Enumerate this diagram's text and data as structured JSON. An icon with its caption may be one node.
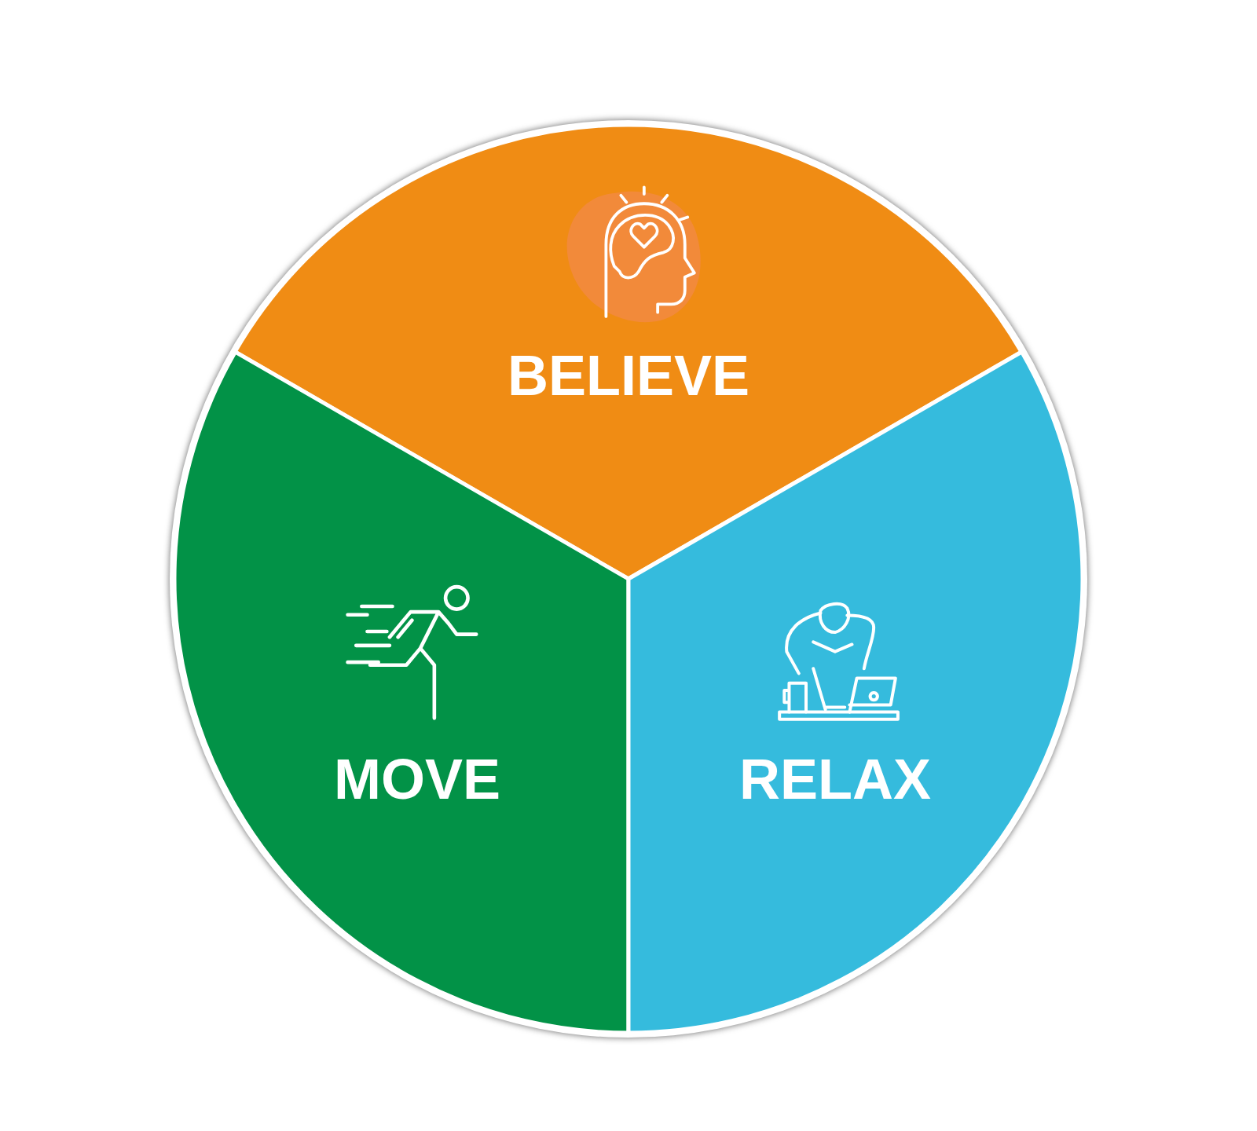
{
  "diagram": {
    "nodes": [
      {
        "text": [
          "BELIEVE"
        ]
      },
      {
        "text": [
          "MOVE"
        ]
      },
      {
        "text": [
          "RELAX"
        ]
      }
    ]
  }
}
